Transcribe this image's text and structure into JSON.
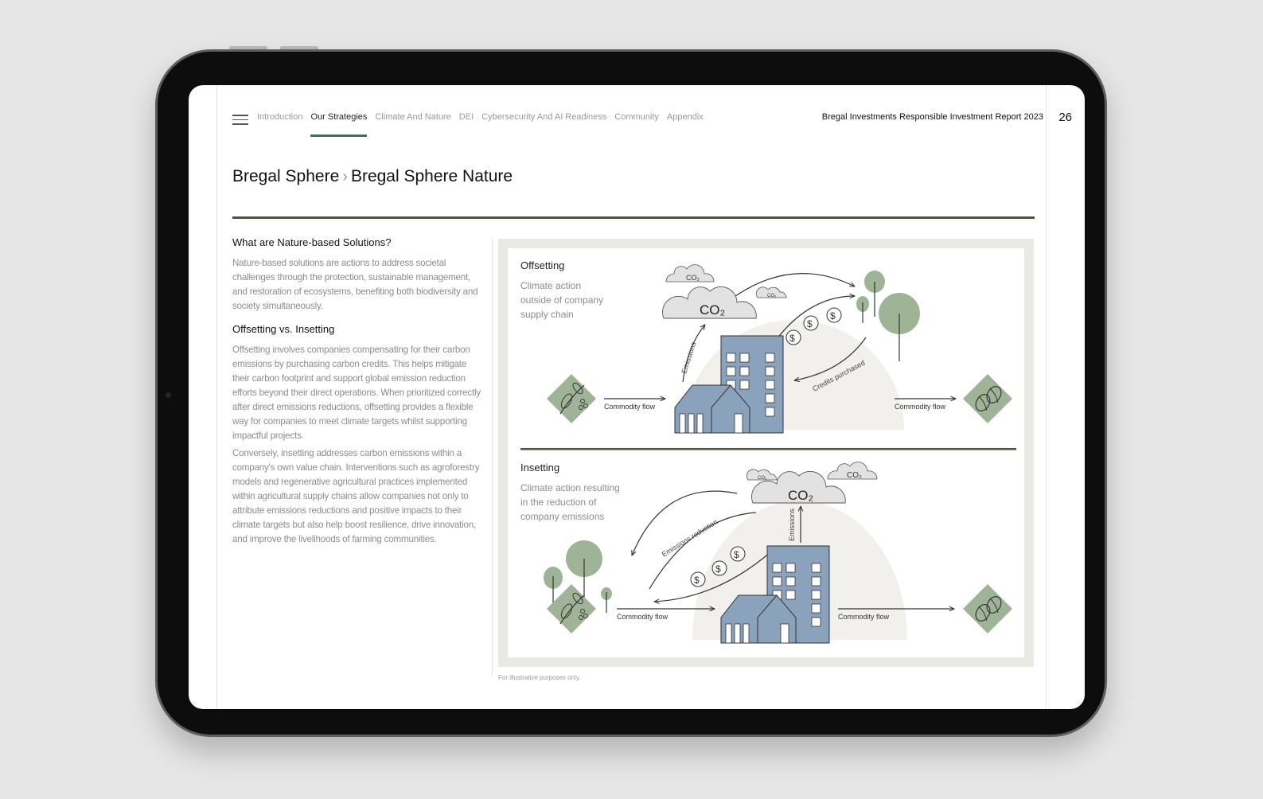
{
  "nav": {
    "tabs": [
      "Introduction",
      "Our Strategies",
      "Climate And Nature",
      "DEI",
      "Cybersecurity And AI Readiness",
      "Community",
      "Appendix"
    ],
    "active_index": 1
  },
  "header": {
    "report_title": "Bregal Investments Responsible Investment Report 2023",
    "page_number": "26"
  },
  "breadcrumb": {
    "parent": "Bregal Sphere",
    "current": "Bregal Sphere Nature"
  },
  "content": {
    "heading1": "What are Nature-based Solutions?",
    "para1": "Nature-based solutions are actions to address societal challenges through the protection, sustainable management, and restoration of ecosystems, benefiting both biodiversity and society simultaneously.",
    "heading2": "Offsetting vs. Insetting",
    "para2": "Offsetting involves companies compensating for their carbon emissions by purchasing carbon credits. This helps mitigate their carbon footprint and support global emission reduction efforts beyond their direct operations. When prioritized correctly after direct emissions reductions, offsetting provides a flexible way for companies to meet climate targets whilst supporting impactful projects.",
    "para3": "Conversely, insetting addresses carbon emissions within a company's own value chain. Interventions such as agroforestry models and regenerative agricultural practices implemented within agricultural supply chains allow companies not only to attribute emissions reductions and positive impacts to their climate targets but also help boost resilience, drive innovation, and improve the livelihoods of farming communities."
  },
  "diagram": {
    "offsetting": {
      "title": "Offsetting",
      "desc": [
        "Climate action",
        "outside of company",
        "supply chain"
      ],
      "label_emissions": "Emissions",
      "label_credits": "Credits purchased",
      "label_flow": "Commodity flow"
    },
    "insetting": {
      "title": "Insetting",
      "desc": [
        "Climate action resulting",
        "in the reduction of",
        "company emissions"
      ],
      "label_emissions": "Emissions",
      "label_reduction": "Emissions reduction",
      "label_flow": "Commodity flow"
    },
    "co2": "CO₂",
    "dollar": "$",
    "colors": {
      "green": "#9fb497",
      "blue": "#8aa2bb",
      "cloud": "#e2e2e2",
      "dome": "#f1f0ec",
      "rule": "#4c533e"
    }
  },
  "footnote": "For illustrative purposes only."
}
